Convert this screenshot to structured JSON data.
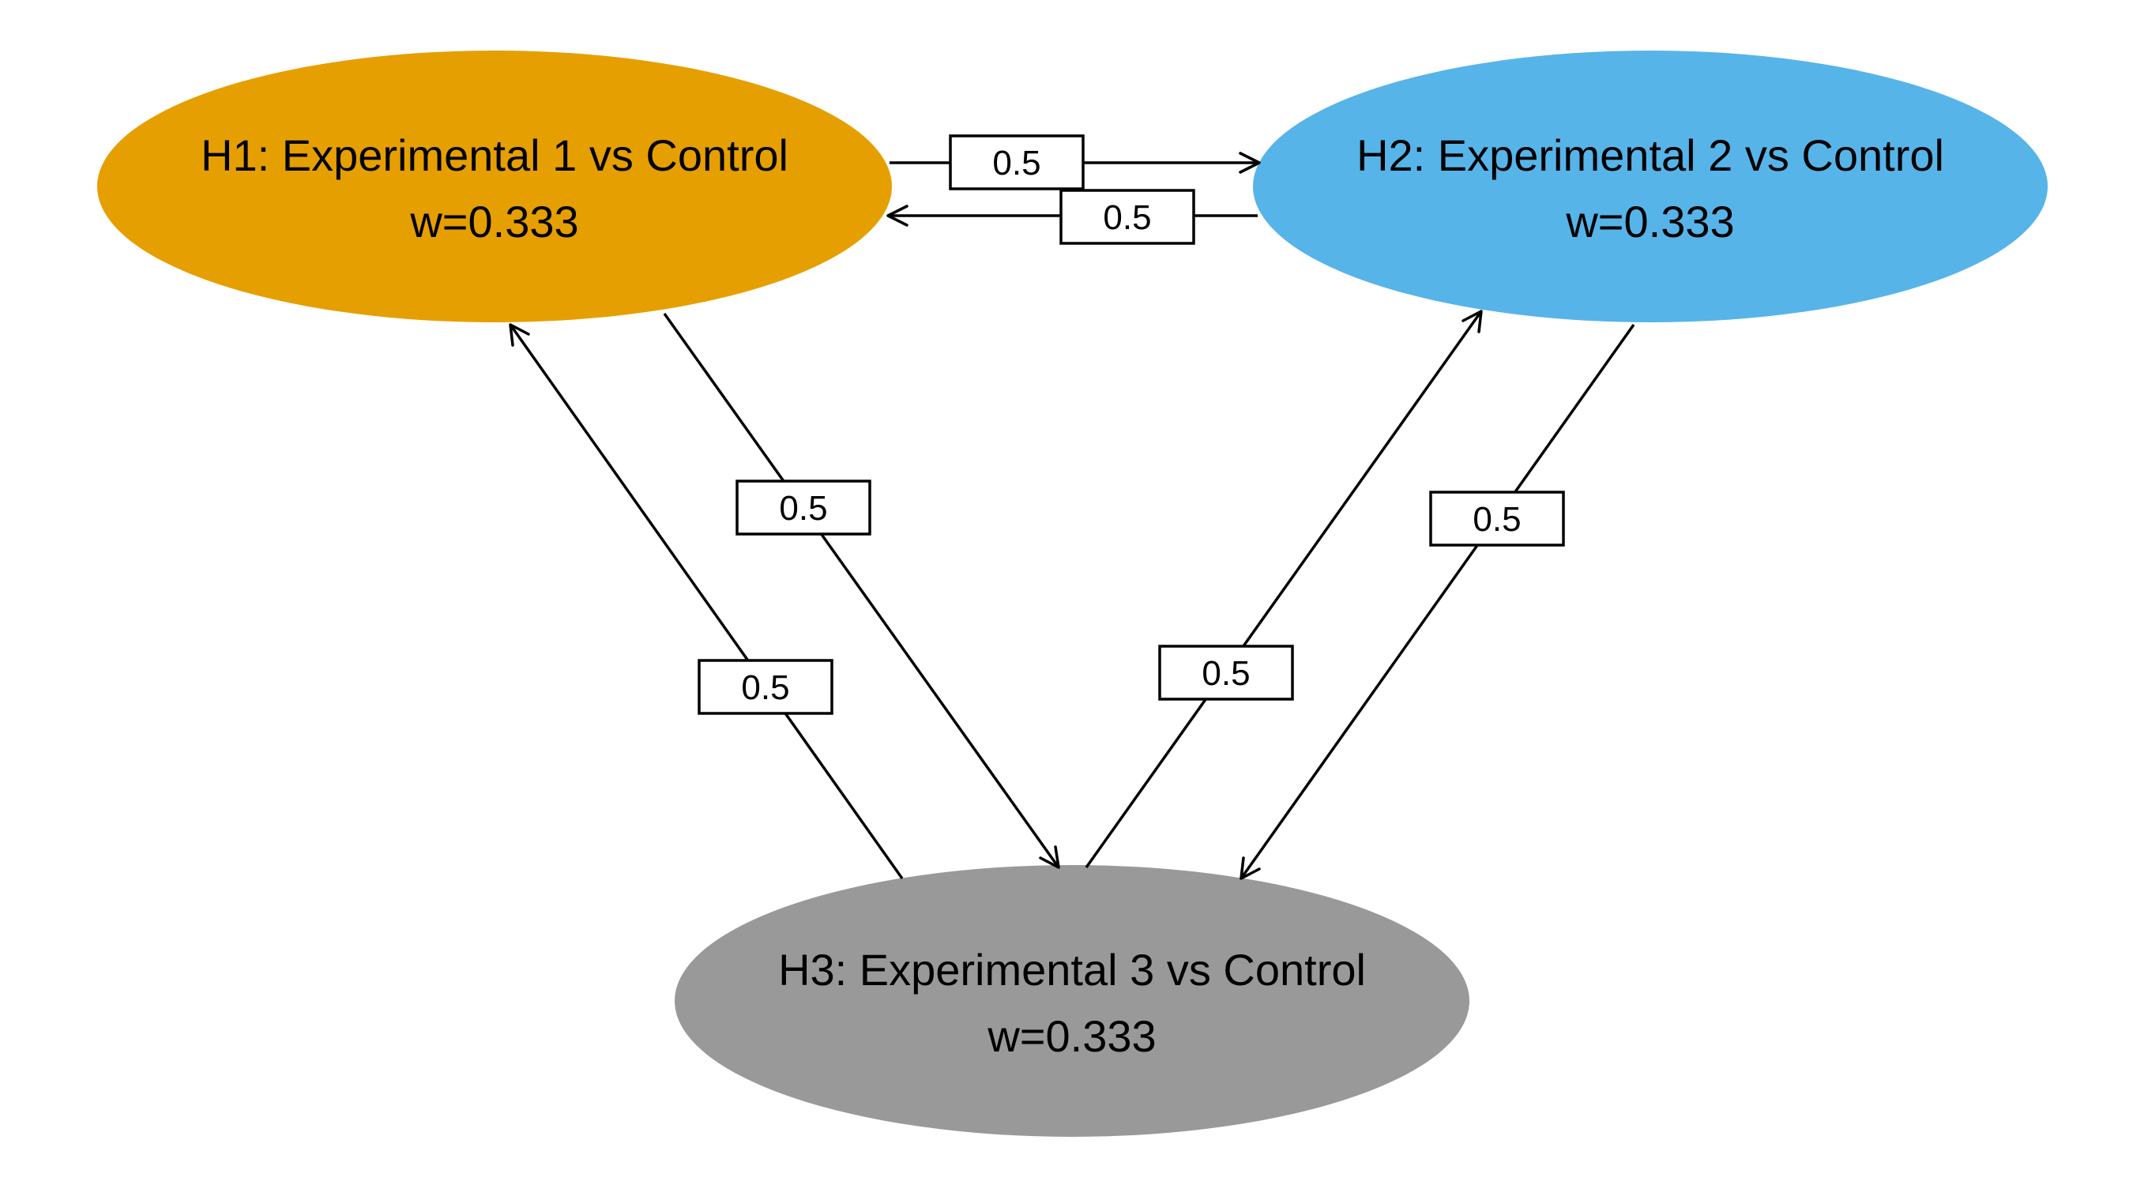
{
  "nodes": [
    {
      "id": "h1",
      "title": "H1: Experimental 1 vs Control",
      "weight": "w=0.333",
      "color": "#E69F00"
    },
    {
      "id": "h2",
      "title": "H2: Experimental 2 vs Control",
      "weight": "w=0.333",
      "color": "#56B4E9"
    },
    {
      "id": "h3",
      "title": "H3: Experimental 3 vs Control",
      "weight": "w=0.333",
      "color": "#999999"
    }
  ],
  "edges": [
    {
      "from": "h1",
      "to": "h2",
      "weight": "0.5"
    },
    {
      "from": "h2",
      "to": "h1",
      "weight": "0.5"
    },
    {
      "from": "h1",
      "to": "h3",
      "weight": "0.5"
    },
    {
      "from": "h3",
      "to": "h1",
      "weight": "0.5"
    },
    {
      "from": "h3",
      "to": "h2",
      "weight": "0.5"
    },
    {
      "from": "h2",
      "to": "h3",
      "weight": "0.5"
    }
  ]
}
